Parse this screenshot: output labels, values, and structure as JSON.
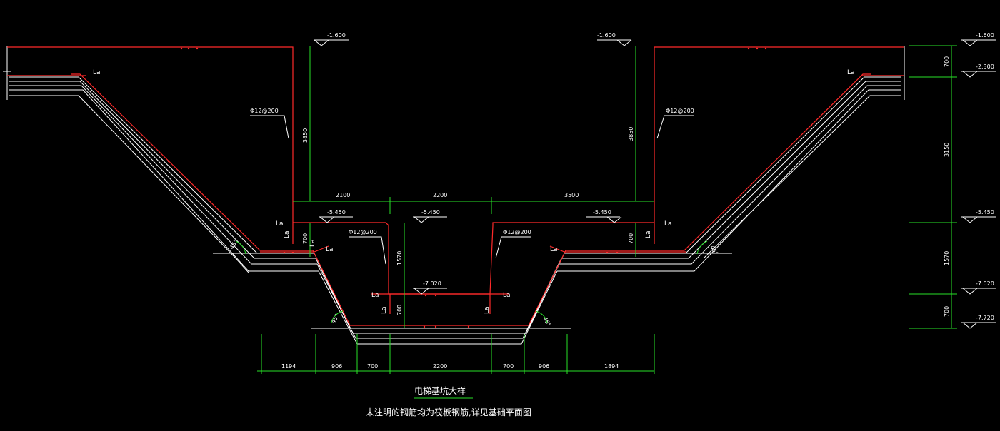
{
  "colors": {
    "rebar": "#ff2a2a",
    "dimension": "#27e027",
    "outline": "#ffffff",
    "background": "#000000",
    "green_title_underline": "#27e027"
  },
  "elevations": {
    "top_left": "-1.600",
    "top_right": "-1.600",
    "side_top": "-1.600",
    "side_2": "-2.300",
    "mid_left": "-5.450",
    "mid_center": "-5.450",
    "mid_right": "-5.450",
    "side_mid": "-5.450",
    "pit_bottom": "-7.020",
    "side_pit": "-7.020",
    "side_bottom": "-7.720"
  },
  "rebar_labels": {
    "left_wall": "Φ12@200",
    "right_wall": "Φ12@200",
    "pit_left": "Φ12@200",
    "pit_right": "Φ12@200"
  },
  "lap_label": "La",
  "dims": {
    "wall_height_left": "3850",
    "wall_height_right": "3850",
    "top_span": [
      "2100",
      "2200",
      "3500"
    ],
    "slab_thk_left": "700",
    "slab_thk_right": "700",
    "pit_depth": "1570",
    "pit_slab_thk": "700",
    "bottom": [
      "1194",
      "906",
      "700",
      "2200",
      "700",
      "906",
      "1894"
    ],
    "side": [
      "700",
      "3150",
      "1570",
      "700"
    ]
  },
  "angles": {
    "left_upper": "45°",
    "right_upper": "45°",
    "left_lower": "45°",
    "right_lower": "45°"
  },
  "title": "电梯基坑大样",
  "note": "未注明的钢筋均为筏板钢筋,详见基础平面图"
}
